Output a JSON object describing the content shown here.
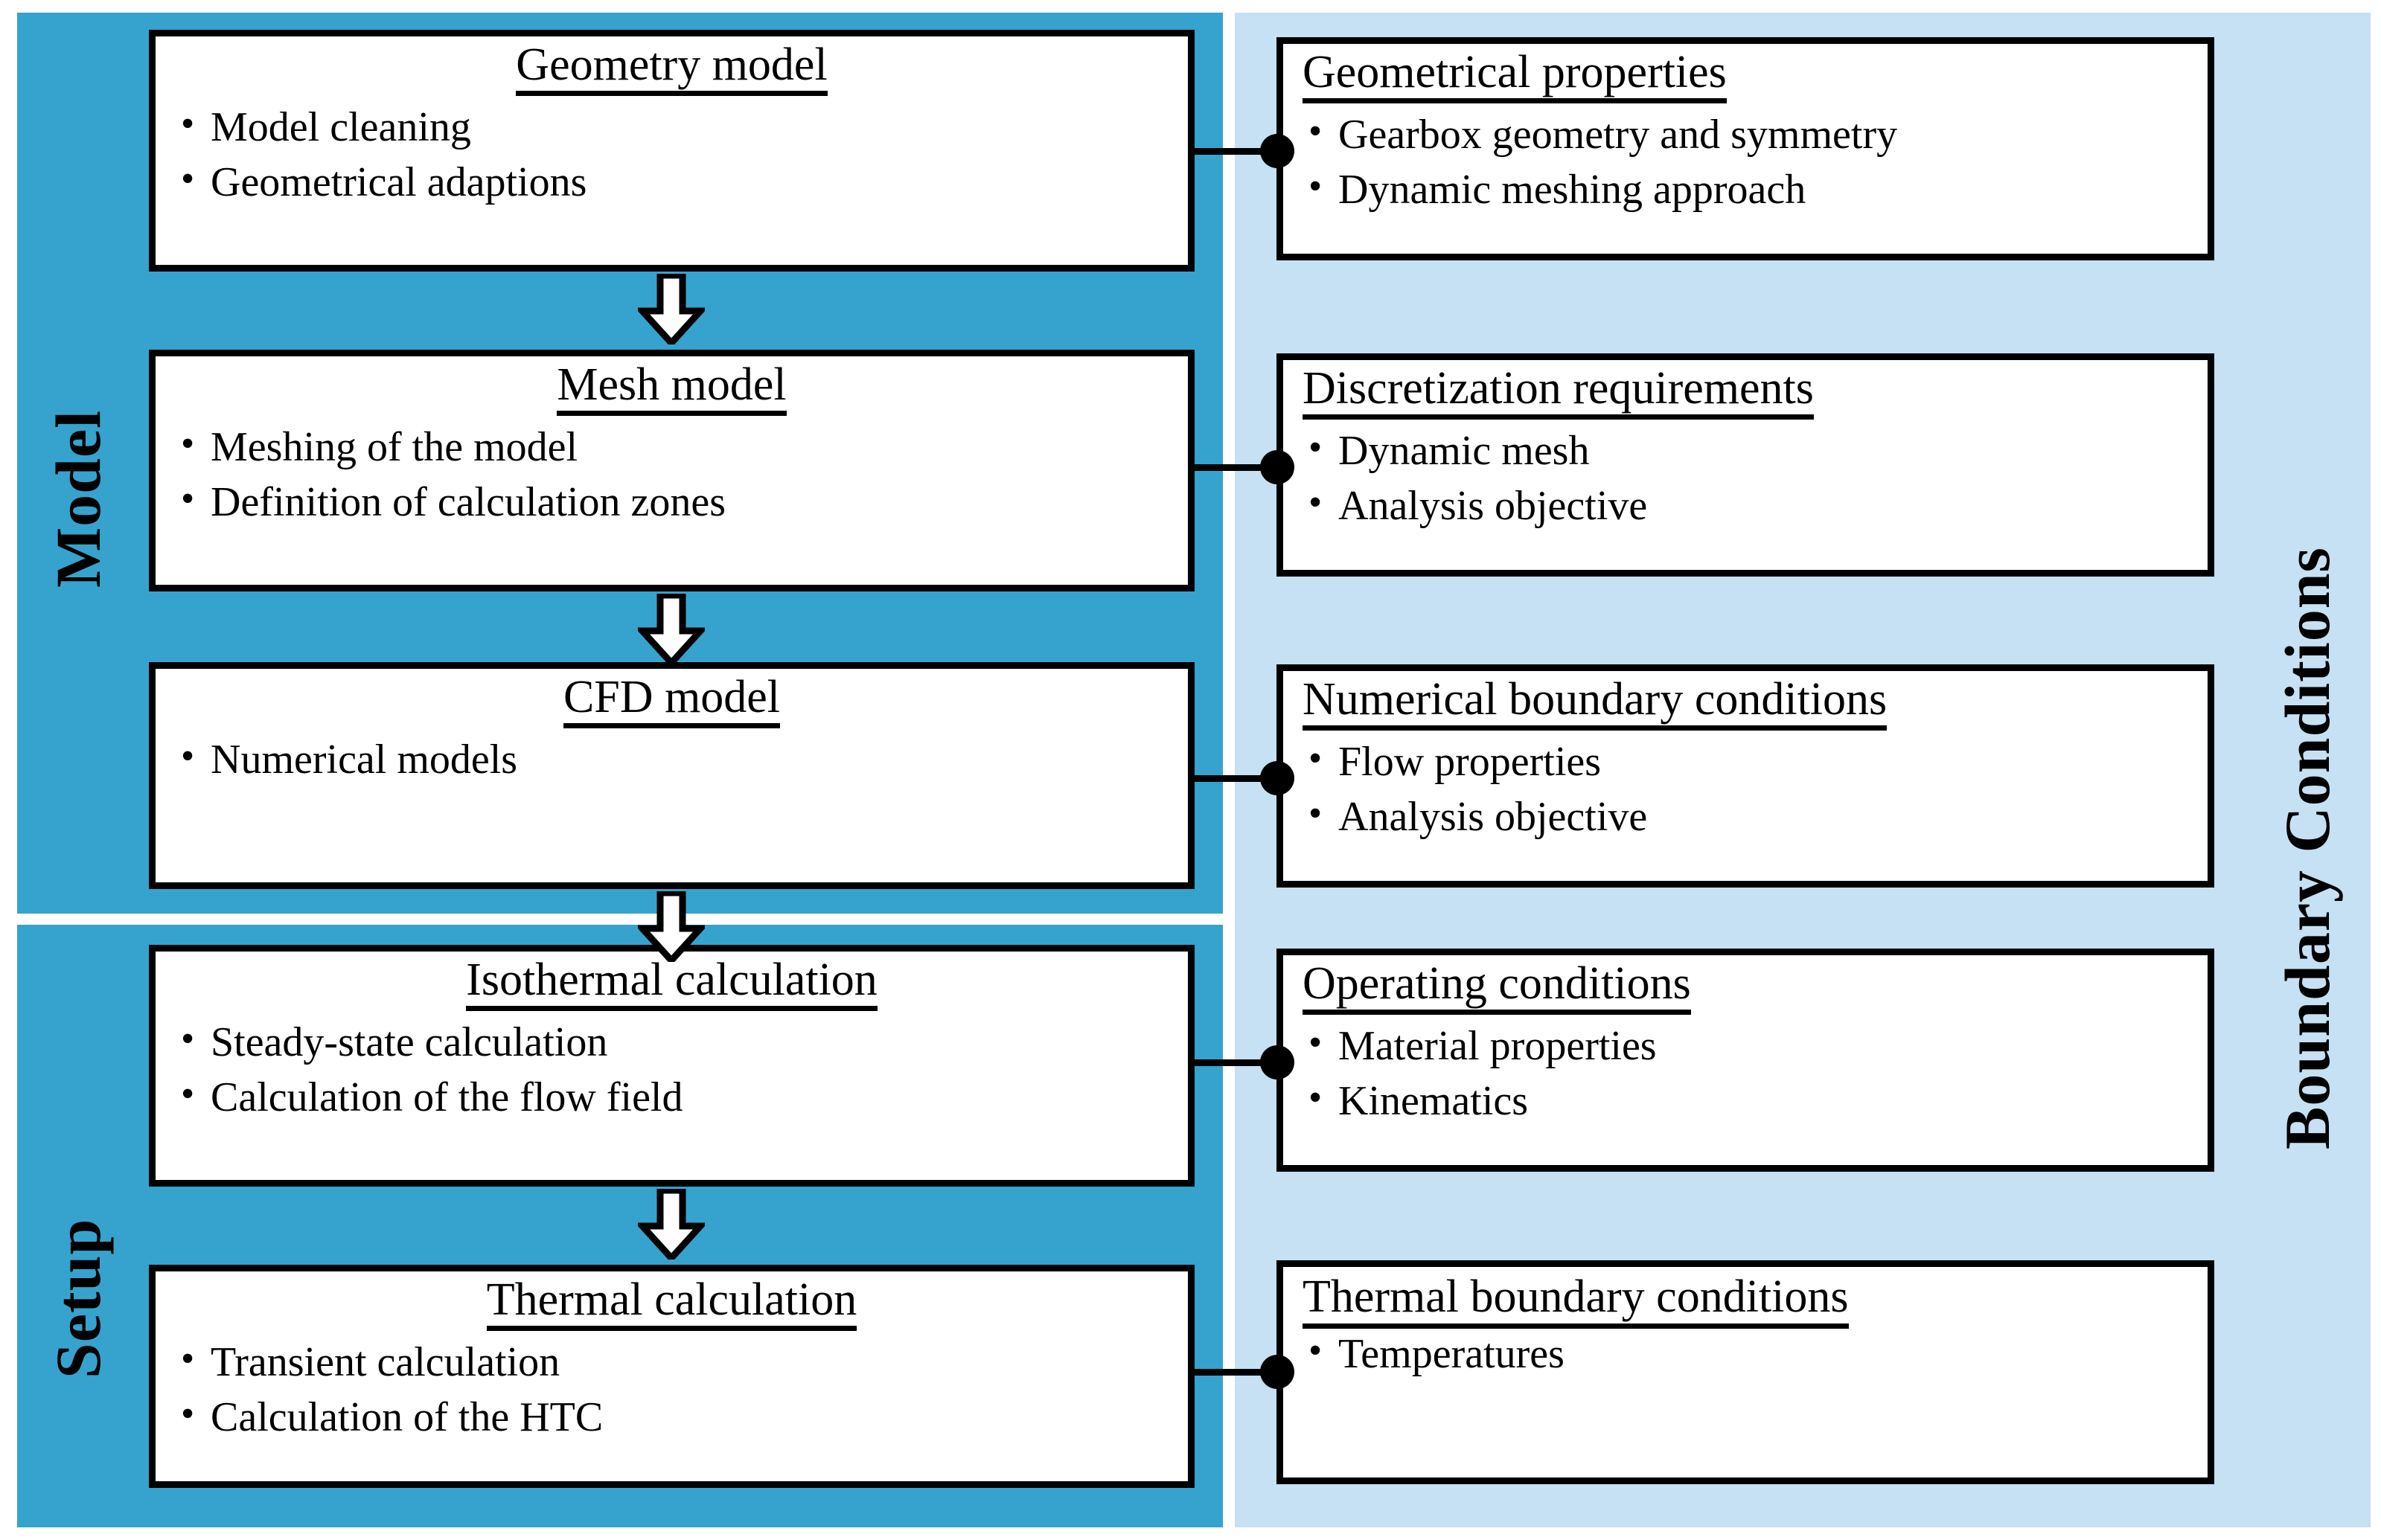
{
  "panels": {
    "left_sections": [
      {
        "label": "Model",
        "color": "#35A3CD"
      },
      {
        "label": "Setup",
        "color": "#35A3CD"
      }
    ],
    "right_section": {
      "label": "Boundary Conditions",
      "color": "#C6E0F4"
    }
  },
  "left_boxes": [
    {
      "title": "Geometry model",
      "bullets": [
        "Model cleaning",
        "Geometrical adaptions"
      ]
    },
    {
      "title": "Mesh model",
      "bullets": [
        "Meshing of the model",
        "Definition of calculation zones"
      ]
    },
    {
      "title": "CFD model",
      "bullets": [
        "Numerical models"
      ]
    },
    {
      "title": "Isothermal calculation",
      "bullets": [
        "Steady-state calculation",
        "Calculation of the flow field"
      ]
    },
    {
      "title": "Thermal calculation",
      "bullets": [
        "Transient calculation",
        "Calculation of the HTC"
      ]
    }
  ],
  "right_boxes": [
    {
      "title": "Geometrical properties",
      "bullets": [
        "Gearbox geometry and symmetry",
        "Dynamic meshing approach"
      ]
    },
    {
      "title": "Discretization requirements",
      "bullets": [
        "Dynamic mesh",
        "Analysis objective"
      ]
    },
    {
      "title": "Numerical boundary conditions",
      "bullets": [
        "Flow properties",
        "Analysis objective"
      ]
    },
    {
      "title": "Operating conditions",
      "bullets": [
        "Material properties",
        "Kinematics"
      ]
    },
    {
      "title": "Thermal boundary conditions",
      "bullets": [
        "Temperatures"
      ]
    }
  ],
  "flow_arrows": [
    {
      "from": "Geometry model",
      "to": "Mesh model"
    },
    {
      "from": "Mesh model",
      "to": "CFD model"
    },
    {
      "from": "CFD model",
      "to": "Isothermal calculation"
    },
    {
      "from": "Isothermal calculation",
      "to": "Thermal calculation"
    }
  ],
  "connectors": [
    {
      "from": "Geometry model",
      "to": "Geometrical properties"
    },
    {
      "from": "Mesh model",
      "to": "Discretization requirements"
    },
    {
      "from": "CFD model",
      "to": "Numerical boundary conditions"
    },
    {
      "from": "Isothermal calculation",
      "to": "Operating conditions"
    },
    {
      "from": "Thermal calculation",
      "to": "Thermal boundary conditions"
    }
  ],
  "colors": {
    "model_setup_panel": "#35A3CD",
    "boundary_panel": "#C6E0F4",
    "box_fill": "#FFFFFF",
    "outline": "#000000"
  }
}
